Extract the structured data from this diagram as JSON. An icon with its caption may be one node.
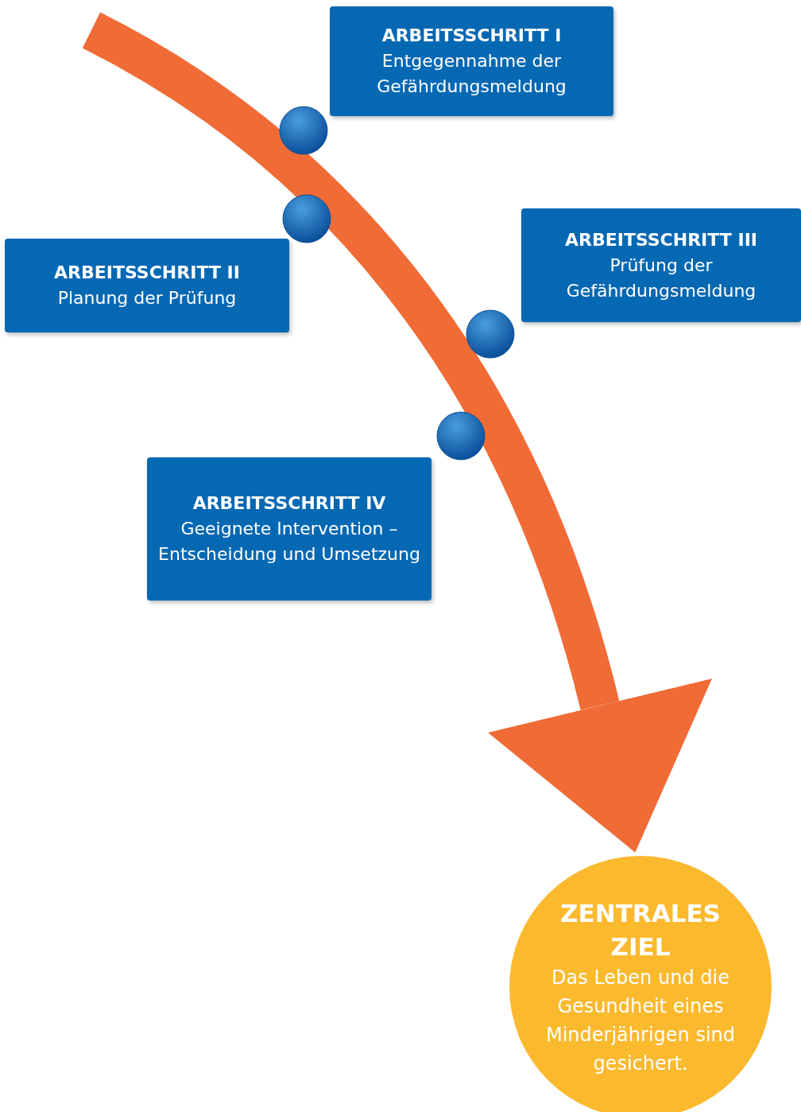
{
  "diagram": {
    "nodes": [
      {
        "text": [
          "ARBEITSSCHRITT I",
          "Entgegennahme der Gefährdungsmeldung"
        ]
      },
      {
        "text": [
          "ARBEITSSCHRITT II",
          "Planung der Prüfung"
        ]
      },
      {
        "text": [
          "ARBEITSSCHRITT III",
          "Prüfung der Gefährdungsmeldung"
        ]
      },
      {
        "text": [
          "ARBEITSSCHRITT IV",
          "Geeignete Intervention – Entscheidung und Umsetzung"
        ]
      },
      {
        "text": [
          "ZENTRALES ZIEL",
          "Das Leben und die Gesundheit eines Minderjährigen sind gesichert."
        ]
      }
    ],
    "edges": [
      {
        "from": null,
        "to": 4,
        "arrow": "to"
      }
    ]
  }
}
